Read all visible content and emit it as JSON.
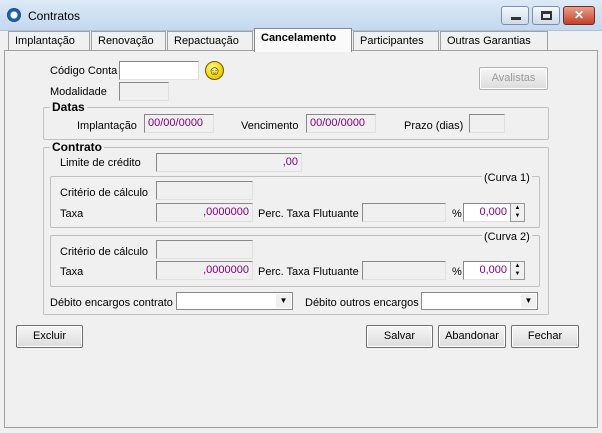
{
  "window": {
    "title": "Contratos",
    "close_glyph": "✕"
  },
  "tabs": [
    "Implantação",
    "Renovação",
    "Repactuação",
    "Cancelamento",
    "Participantes",
    "Outras Garantias"
  ],
  "active_tab": "Cancelamento",
  "header": {
    "codigo_conta_label": "Código Conta",
    "codigo_conta_value": "",
    "modalidade_label": "Modalidade",
    "modalidade_value": "",
    "avalistas_button": "Avalistas"
  },
  "datas": {
    "title": "Datas",
    "implantacao_label": "Implantação",
    "implantacao_value": "00/00/0000",
    "vencimento_label": "Vencimento",
    "vencimento_value": "00/00/0000",
    "prazo_label": "Prazo (dias)",
    "prazo_value": ""
  },
  "contrato": {
    "title": "Contrato",
    "limite_label": "Limite de crédito",
    "limite_value": ",00",
    "curva1": {
      "title": "(Curva 1)",
      "criterio_label": "Critério de cálculo",
      "criterio_value": "",
      "taxa_label": "Taxa",
      "taxa_value": ",0000000",
      "perc_label": "Perc. Taxa Flutuante",
      "perc_value": "",
      "percent_sign": "%",
      "spin_value": "0,000"
    },
    "curva2": {
      "title": "(Curva 2)",
      "criterio_label": "Critério de cálculo",
      "criterio_value": "",
      "taxa_label": "Taxa",
      "taxa_value": ",0000000",
      "perc_label": "Perc. Taxa Flutuante",
      "perc_value": "",
      "percent_sign": "%",
      "spin_value": "0,000"
    },
    "debito_encargos_label": "Débito encargos contrato",
    "debito_encargos_value": "",
    "debito_outros_label": "Débito outros encargos",
    "debito_outros_value": ""
  },
  "buttons": {
    "excluir": "Excluir",
    "salvar": "Salvar",
    "abandonar": "Abandonar",
    "fechar": "Fechar"
  },
  "icons": {
    "app": "app-icon",
    "lookup": "smiley-icon",
    "dropdown": "chevron-down-icon"
  }
}
